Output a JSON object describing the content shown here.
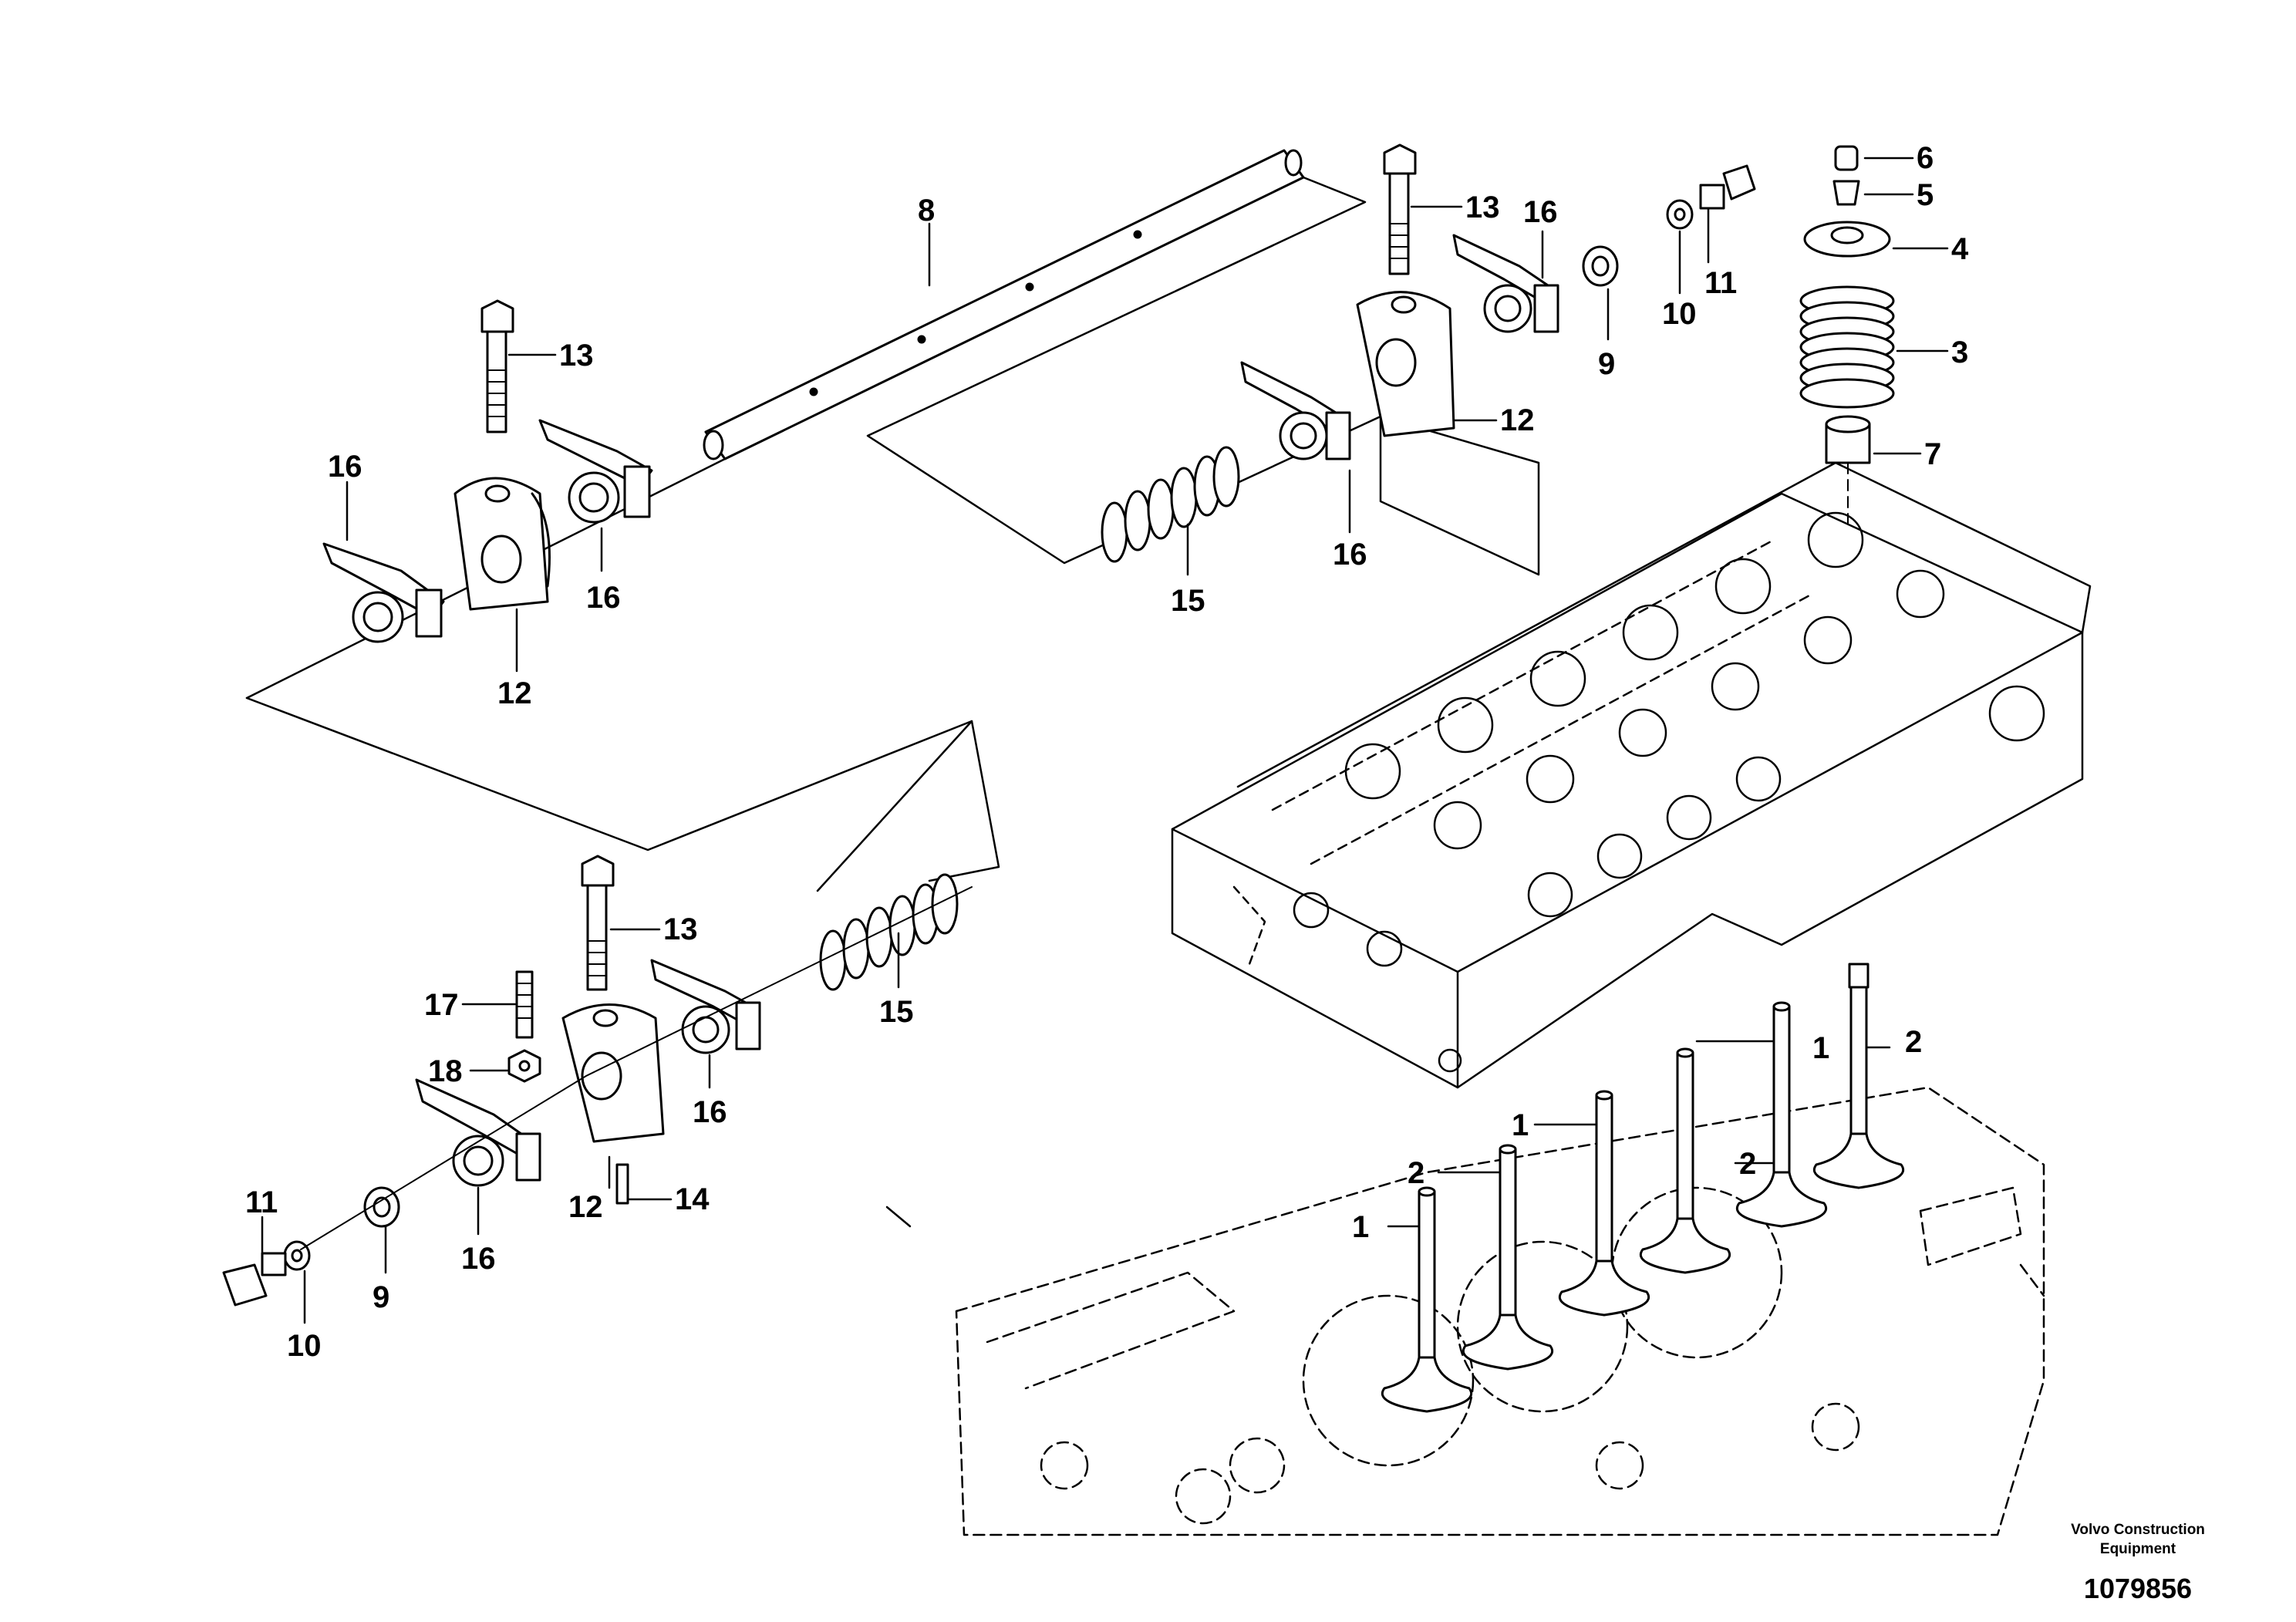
{
  "footer": {
    "publisher_line1": "Volvo Construction",
    "publisher_line2": "Equipment",
    "illustration_id": "1079856"
  },
  "callouts": [
    "8",
    "13",
    "16",
    "16",
    "12",
    "13",
    "16",
    "9",
    "10",
    "11",
    "12",
    "16",
    "15",
    "6",
    "5",
    "4",
    "3",
    "7",
    "13",
    "17",
    "18",
    "16",
    "12",
    "14",
    "16",
    "15",
    "11",
    "10",
    "9",
    "1",
    "2",
    "1",
    "2",
    "2",
    "1"
  ],
  "colors": {
    "ink": "#000000",
    "background": "#ffffff"
  }
}
